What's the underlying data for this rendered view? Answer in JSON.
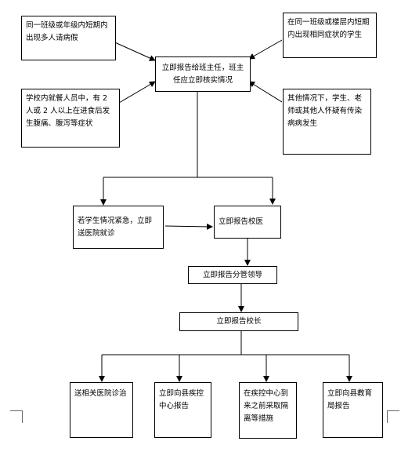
{
  "boxes": {
    "top_left": "同一班级或年级内短期内出现多人请病假",
    "top_right": "在同一班级或楼层内短期内出现相同症状的学生",
    "center": "立即报告给班主任，班主任应立即核实情况",
    "mid_left": "学校内就餐人员中，有 2 人或 2 人以上在进食后发生腹痛、腹泻等症状",
    "mid_right": "其他情况下，学生、老师或其他人怀疑有传染病病发生",
    "emergency": "若学生情况紧急，立即送医院就诊",
    "school_doctor": "立即报告校医",
    "leader": "立即报告分管领导",
    "principal": "立即报告校长",
    "hospital": "送相关医院诊治",
    "cdc": "立即向县疾控中心报告",
    "isolation": "在疾控中心到来之前采取隔离等措施",
    "education_bureau": "立即向县教育局报告"
  }
}
